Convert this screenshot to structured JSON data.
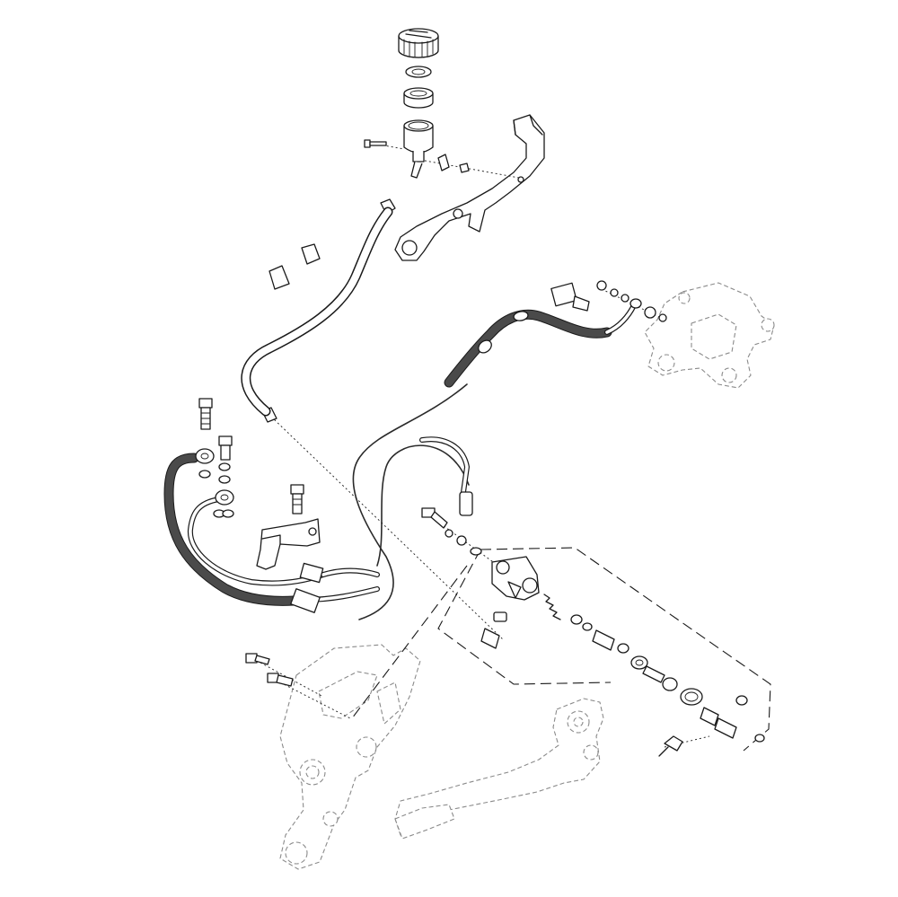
{
  "diagram": {
    "colors": {
      "line": "#1a1a1a",
      "background": "#ffffff",
      "ghost": "#8a8a8a",
      "hose_dark": "#4a4a4a"
    },
    "parts": [
      "reservoir-cap",
      "reservoir-diaphragm-plate",
      "reservoir-diaphragm",
      "reservoir-tank",
      "reservoir-bracket",
      "reservoir-hose",
      "hose-clamps",
      "rear-caliper",
      "abs-sensor-brake-line",
      "rear-brake-hose",
      "brake-pipe-assembly",
      "union-bolts-and-washers",
      "pipe-bracket",
      "rear-master-cylinder",
      "master-cylinder-internals",
      "pushrod-clevis",
      "footrest-bracket",
      "brake-pedal"
    ]
  }
}
